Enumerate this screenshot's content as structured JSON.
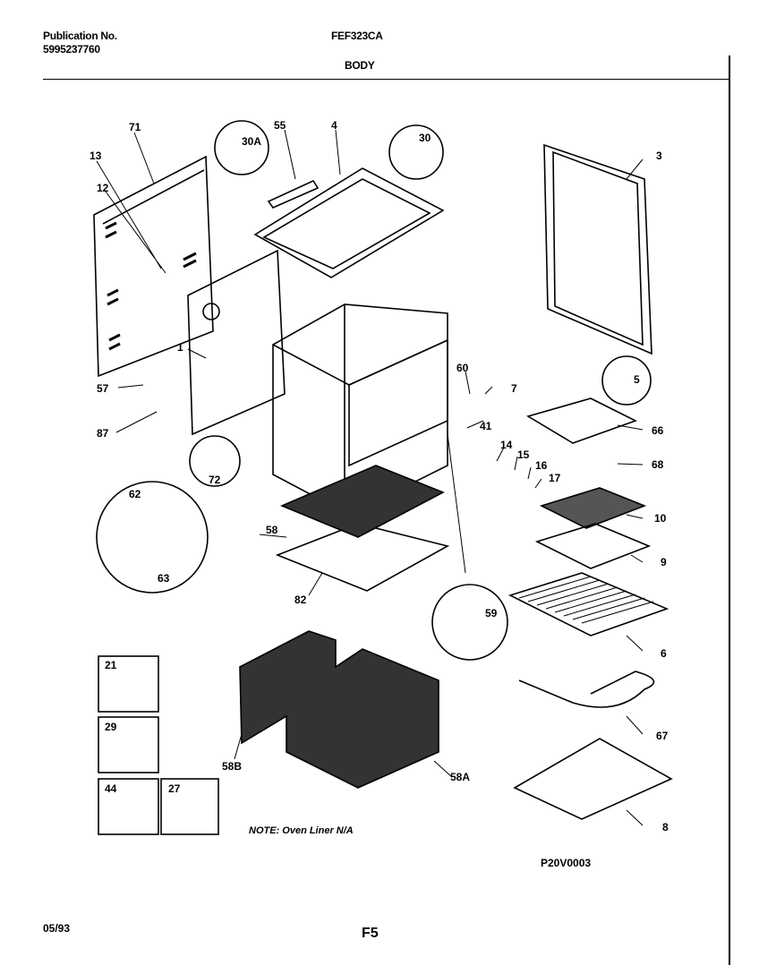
{
  "header": {
    "publication_label": "Publication No.",
    "publication_number": "5995237760",
    "model": "FEF323CA",
    "section": "BODY"
  },
  "callouts": [
    "71",
    "13",
    "12",
    "55",
    "30A",
    "4",
    "30",
    "3",
    "1",
    "57",
    "87",
    "72",
    "62",
    "63",
    "58",
    "82",
    "60",
    "7",
    "41",
    "14",
    "15",
    "16",
    "17",
    "5",
    "66",
    "68",
    "10",
    "9",
    "6",
    "59",
    "67",
    "8",
    "21",
    "29",
    "44",
    "27",
    "58B",
    "58A"
  ],
  "note": "NOTE: Oven Liner N/A",
  "drawing_code": "P20V0003",
  "footer": {
    "date": "05/93",
    "page": "F5"
  }
}
